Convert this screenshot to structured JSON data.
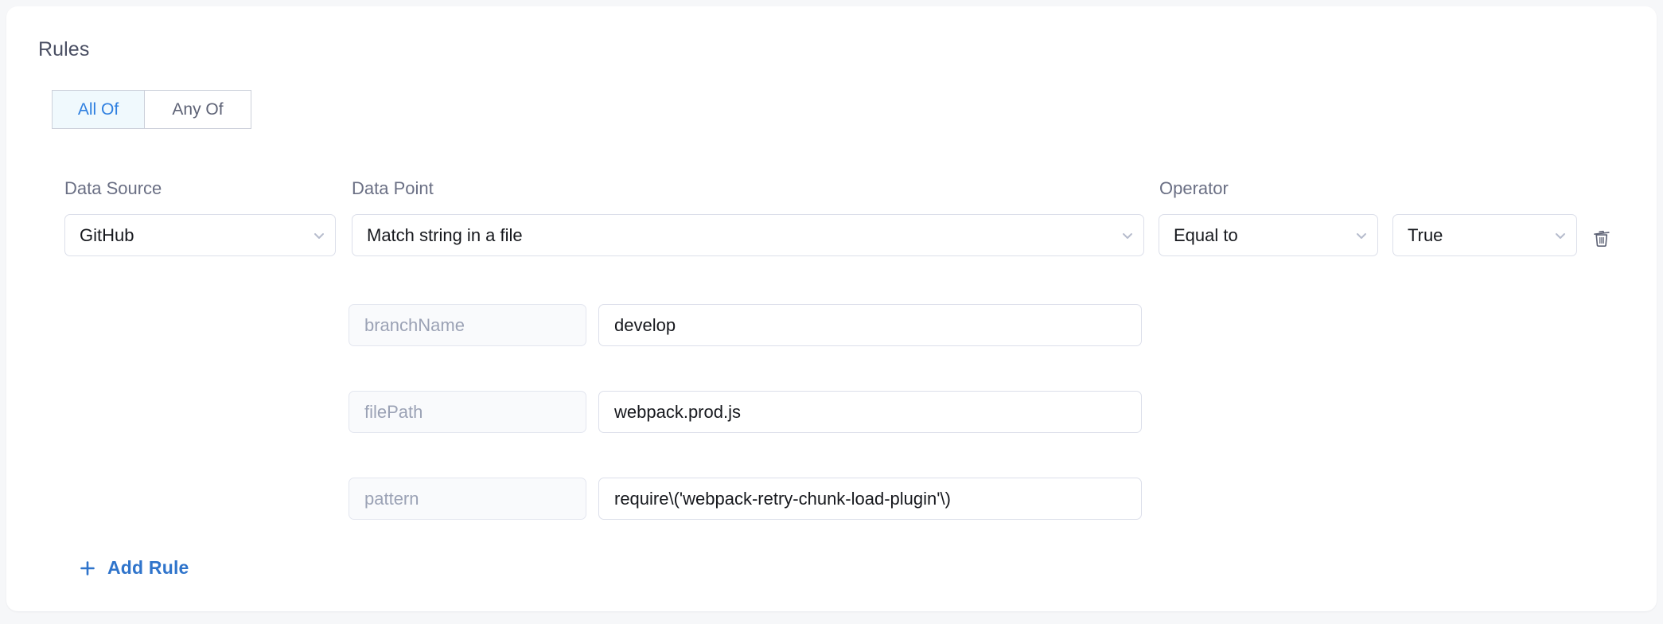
{
  "section": {
    "title": "Rules"
  },
  "match_toggle": {
    "options": [
      {
        "label": "All Of",
        "selected": true
      },
      {
        "label": "Any Of",
        "selected": false
      }
    ]
  },
  "columns": {
    "data_source_label": "Data Source",
    "data_point_label": "Data Point",
    "operator_label": "Operator"
  },
  "rule": {
    "data_source": {
      "value": "GitHub",
      "icon": "chevron-down-icon"
    },
    "data_point": {
      "value": "Match string in a file",
      "icon": "chevron-down-icon"
    },
    "operator": {
      "value": "Equal to",
      "icon": "chevron-down-icon"
    },
    "comparison_value": {
      "value": "True",
      "icon": "chevron-down-icon"
    },
    "delete": {
      "icon": "trash-icon"
    },
    "parameters": [
      {
        "key": "branchName",
        "value": "develop"
      },
      {
        "key": "filePath",
        "value": "webpack.prod.js"
      },
      {
        "key": "pattern",
        "value": "require\\('webpack-retry-chunk-load-plugin'\\)"
      }
    ]
  },
  "add_rule": {
    "label": "Add Rule",
    "icon": "plus-icon"
  },
  "colors": {
    "accent_blue": "#2f74cb",
    "toggle_active_bg": "#f0f9fd",
    "toggle_active_text": "#2e7fe0",
    "label_text": "#6a6f84",
    "placeholder_text": "#9ba2b5",
    "border": "#dcdfea",
    "card_bg": "#ffffff",
    "page_bg": "#f6f7f9"
  }
}
